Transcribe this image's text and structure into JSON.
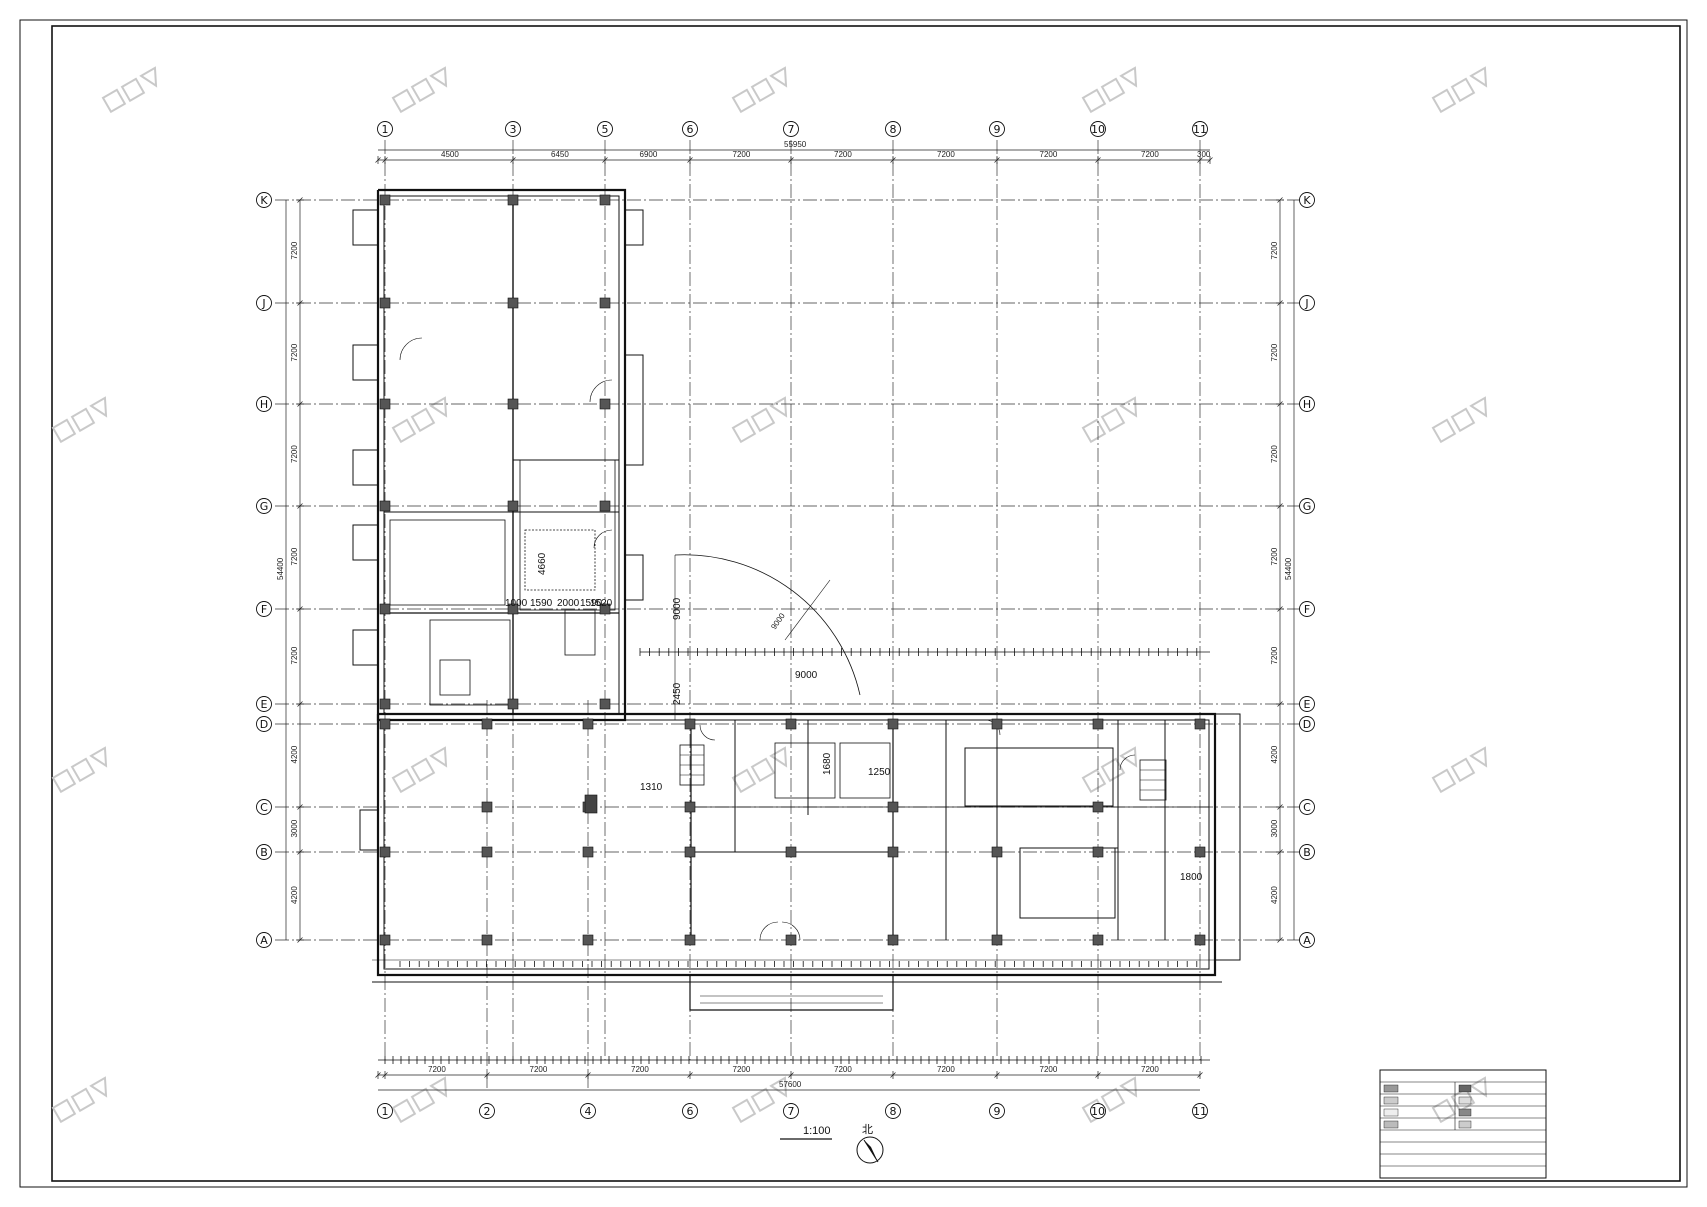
{
  "drawing": {
    "scale_label": "1:100",
    "north_label": "北"
  },
  "grid": {
    "columns_top": [
      "1",
      "3",
      "5",
      "6",
      "7",
      "8",
      "9",
      "10",
      "11"
    ],
    "columns_bottom": [
      "1",
      "2",
      "4",
      "6",
      "7",
      "8",
      "9",
      "10",
      "11"
    ],
    "rows": [
      "K",
      "J",
      "H",
      "G",
      "F",
      "E",
      "D",
      "C",
      "B",
      "A"
    ]
  },
  "dimensions": {
    "top_spans": [
      "4500",
      "6450",
      "6900",
      "7200",
      "7200",
      "7200",
      "7200",
      "7200",
      "300"
    ],
    "top_total": "55950",
    "bottom_spans": [
      "7200",
      "7200",
      "7200",
      "7200",
      "7200",
      "7200",
      "7200",
      "7200"
    ],
    "bottom_total": "57600",
    "left_total": "54400",
    "right_total": "54400",
    "left_spans": [
      "7200",
      "7200",
      "7200",
      "7200",
      "7200",
      "4200",
      "3000",
      "4200"
    ],
    "right_spans": [
      "7200",
      "7200",
      "7200",
      "7200",
      "7200",
      "4200",
      "3000",
      "4200"
    ],
    "arc_radius": "9000",
    "inner_labels": [
      {
        "text": "1000",
        "id": "d1"
      },
      {
        "text": "1590",
        "id": "d2"
      },
      {
        "text": "2000",
        "id": "d3"
      },
      {
        "text": "1590",
        "id": "d4"
      },
      {
        "text": "1520",
        "id": "d5"
      },
      {
        "text": "4660",
        "id": "d6"
      },
      {
        "text": "9000",
        "id": "d7"
      },
      {
        "text": "2450",
        "id": "d8"
      },
      {
        "text": "1310",
        "id": "d9"
      },
      {
        "text": "1250",
        "id": "d10"
      },
      {
        "text": "1800",
        "id": "d11"
      },
      {
        "text": "9000",
        "id": "d12"
      },
      {
        "text": "1680",
        "id": "d13"
      }
    ]
  },
  "colors": {
    "line": "#1a1a1a",
    "grid_line": "#333333",
    "border": "#111111",
    "watermark": "#c9c9c9"
  }
}
